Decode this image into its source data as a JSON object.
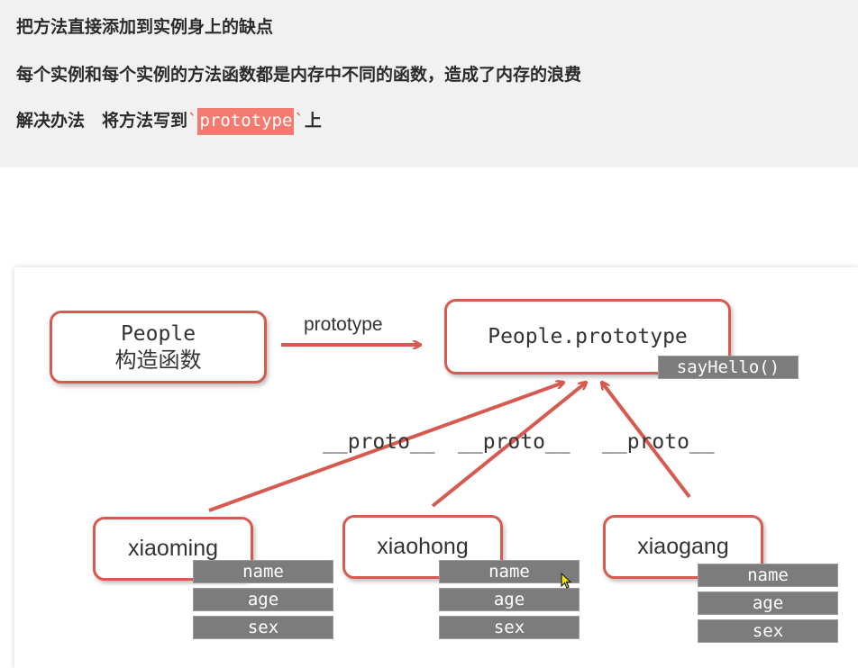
{
  "note": {
    "line1": "把方法直接添加到实例身上的缺点",
    "line2": "每个实例和每个实例的方法函数都是内存中不同的函数，造成了内存的浪费",
    "line3_prefix": "解决办法　将方法写到",
    "line3_tick_open": "`",
    "line3_code": "prototype",
    "line3_tick_close": "`",
    "line3_suffix": "上"
  },
  "diagram": {
    "constructor": {
      "name": "People",
      "subtitle": "构造函数"
    },
    "prototype_arrow_label": "prototype",
    "prototype_box": {
      "label": "People.prototype",
      "method": "sayHello()"
    },
    "proto_labels": [
      "__proto__",
      "__proto__",
      "__proto__"
    ],
    "instances": [
      {
        "name": "xiaoming",
        "fields": [
          "name",
          "age",
          "sex"
        ]
      },
      {
        "name": "xiaohong",
        "fields": [
          "name",
          "age",
          "sex"
        ]
      },
      {
        "name": "xiaogang",
        "fields": [
          "name",
          "age",
          "sex"
        ]
      }
    ],
    "colors": {
      "accent": "#d65a4f",
      "code_bg": "#f47a70",
      "tag_bg": "#7c7c7c",
      "note_bg": "#f1f1f1"
    }
  }
}
